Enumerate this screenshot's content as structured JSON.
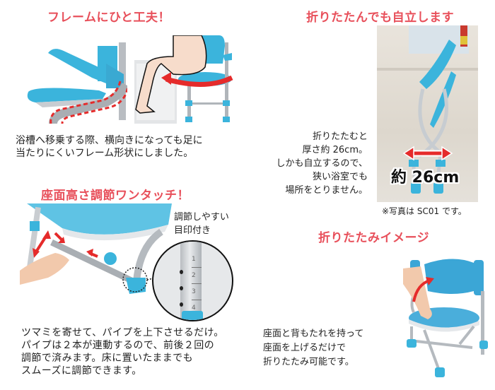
{
  "colors": {
    "heading": "#e8505b",
    "accent_blue": "#3bb4dc",
    "arrow_red": "#e52b2b",
    "text": "#222222"
  },
  "sections": {
    "frame": {
      "title": "フレームにひと工夫！",
      "lines": [
        "浴槽へ移乗する際、横向きになっても足に",
        "当たりにくいフレーム形状にしました。"
      ]
    },
    "height": {
      "title": "座面高さ調節ワンタッチ！",
      "callout": [
        "調節しやすい",
        "目印付き"
      ],
      "scale_marks": [
        "1",
        "2",
        "3",
        "4"
      ],
      "lines": [
        "ツマミを寄せて、パイプを上下させるだけ。",
        "パイプは２本が連動するので、前後２回の",
        "調節で済みます。床に置いたままでも",
        "スムーズに調節できます。"
      ]
    },
    "selfstand": {
      "title": "折りたたんでも自立します",
      "lines": [
        "折りたたむと",
        "厚さ約 26cm。",
        "しかも自立するので、",
        "狭い浴室でも",
        "場所をとりません。"
      ],
      "dimension_label": "約 26cm",
      "note": "※写真は SC01 です。"
    },
    "fold": {
      "title": "折りたたみイメージ",
      "lines": [
        "座面と背もたれを持って",
        "座面を上げるだけで",
        "折りたたみ可能です。"
      ]
    }
  }
}
